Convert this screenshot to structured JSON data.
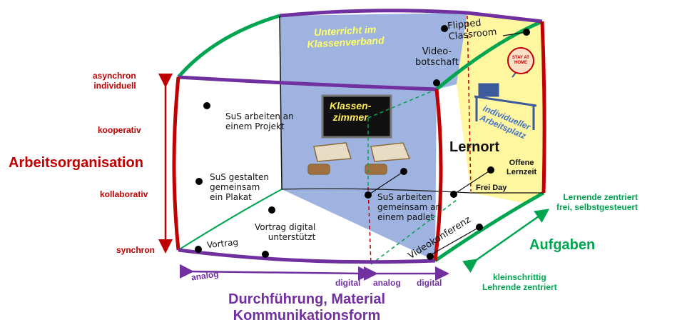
{
  "axes": {
    "vertical_title": "Arbeitsorganisation",
    "vertical_levels": {
      "top": "asynchron\nindividuell",
      "upper_mid": "kooperativ",
      "lower_mid": "kollaborativ",
      "bottom": "synchron"
    },
    "horizontal_title": "Durchführung, Material\nKommunikationsform",
    "horizontal_segments": [
      "analog",
      "digital",
      "analog",
      "digital"
    ],
    "depth_title": "Aufgaben",
    "depth_top": "Lernende zentriert\nfrei, selbstgesteuert",
    "depth_bottom": "kleinschrittig\nLehrende zentriert"
  },
  "walls": {
    "classroom_wall": "Unterricht im\nKlassenverband",
    "blackboard": "Klassen-\nzimmer",
    "lernort": "Lernort",
    "home_desk": "individueller\nArbeitsplatz",
    "home_badge": "STAY AT HOME"
  },
  "points": {
    "projekt": "SuS arbeiten an\neinem Projekt",
    "plakat": "SuS gestalten\ngemeinsam\nein Plakat",
    "vortrag": "Vortrag",
    "vortrag_digital": "Vortrag digital\nunterstützt",
    "padlet": "SuS arbeiten\ngemeinsam an\neinem padlet",
    "videokonferenz": "Videokonferenz",
    "videobotschaft": "Video-\nbotschaft",
    "flipped": "Flipped\nClassroom",
    "lernzeit": "Offene\nLernzeit",
    "freiday": "Frei Day"
  },
  "colors": {
    "cube_red": "#c00000",
    "cube_purple": "#7030a0",
    "cube_green": "#00a550",
    "wall_blue": "#9fb3e0",
    "wall_yellow": "#fff6a0"
  }
}
